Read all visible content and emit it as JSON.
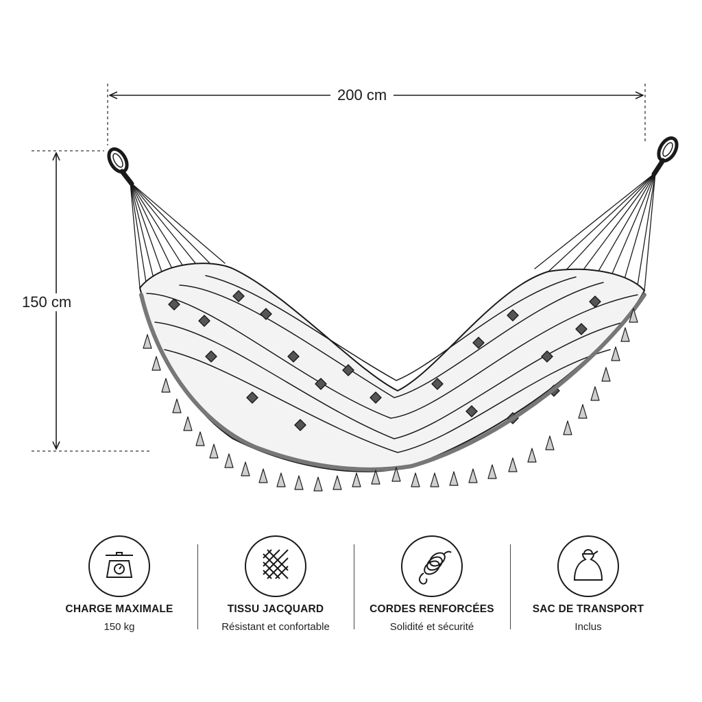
{
  "dimensions": {
    "width": "200 cm",
    "height": "150 cm"
  },
  "illustration": {
    "icon": "hammock-icon"
  },
  "features": [
    {
      "icon": "scale-icon",
      "title": "CHARGE MAXIMALE",
      "subtitle": "150 kg"
    },
    {
      "icon": "weave-icon",
      "title": "TISSU JACQUARD",
      "subtitle": "Résistant et confortable"
    },
    {
      "icon": "rope-icon",
      "title": "CORDES RENFORCÉES",
      "subtitle": "Solidité et sécurité"
    },
    {
      "icon": "bag-icon",
      "title": "SAC DE TRANSPORT",
      "subtitle": "Inclus"
    }
  ]
}
